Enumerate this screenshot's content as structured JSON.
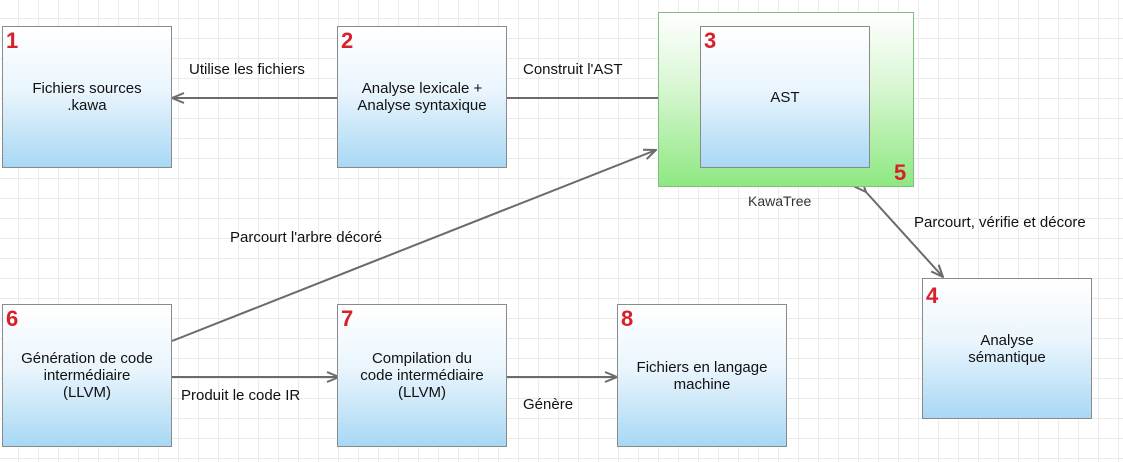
{
  "nodes": {
    "n1": {
      "number": "1",
      "label": "Fichiers sources\n.kawa"
    },
    "n2": {
      "number": "2",
      "label": "Analyse lexicale +\nAnalyse syntaxique"
    },
    "n3": {
      "number": "3",
      "label": "AST"
    },
    "n4": {
      "number": "4",
      "label": "Analyse\nsémantique"
    },
    "n5": {
      "number": "5",
      "label": "KawaTree"
    },
    "n6": {
      "number": "6",
      "label": "Génération de code\nintermédiaire\n(LLVM)"
    },
    "n7": {
      "number": "7",
      "label": "Compilation du\ncode intermédiaire\n(LLVM)"
    },
    "n8": {
      "number": "8",
      "label": "Fichiers en langage\nmachine"
    }
  },
  "edges": {
    "e_2_1": "Utilise les fichiers",
    "e_2_3": "Construit l'AST",
    "e_5_4": "Parcourt, vérifie et décore",
    "e_6_5": "Parcourt l'arbre décoré",
    "e_6_7": "Produit le code IR",
    "e_7_8": "Génère"
  },
  "colors": {
    "number": "#d8202a",
    "arrow": "#6b6b6b",
    "box_gradient_bottom": "#a8d8f4",
    "container_gradient_bottom": "#8ee882"
  }
}
